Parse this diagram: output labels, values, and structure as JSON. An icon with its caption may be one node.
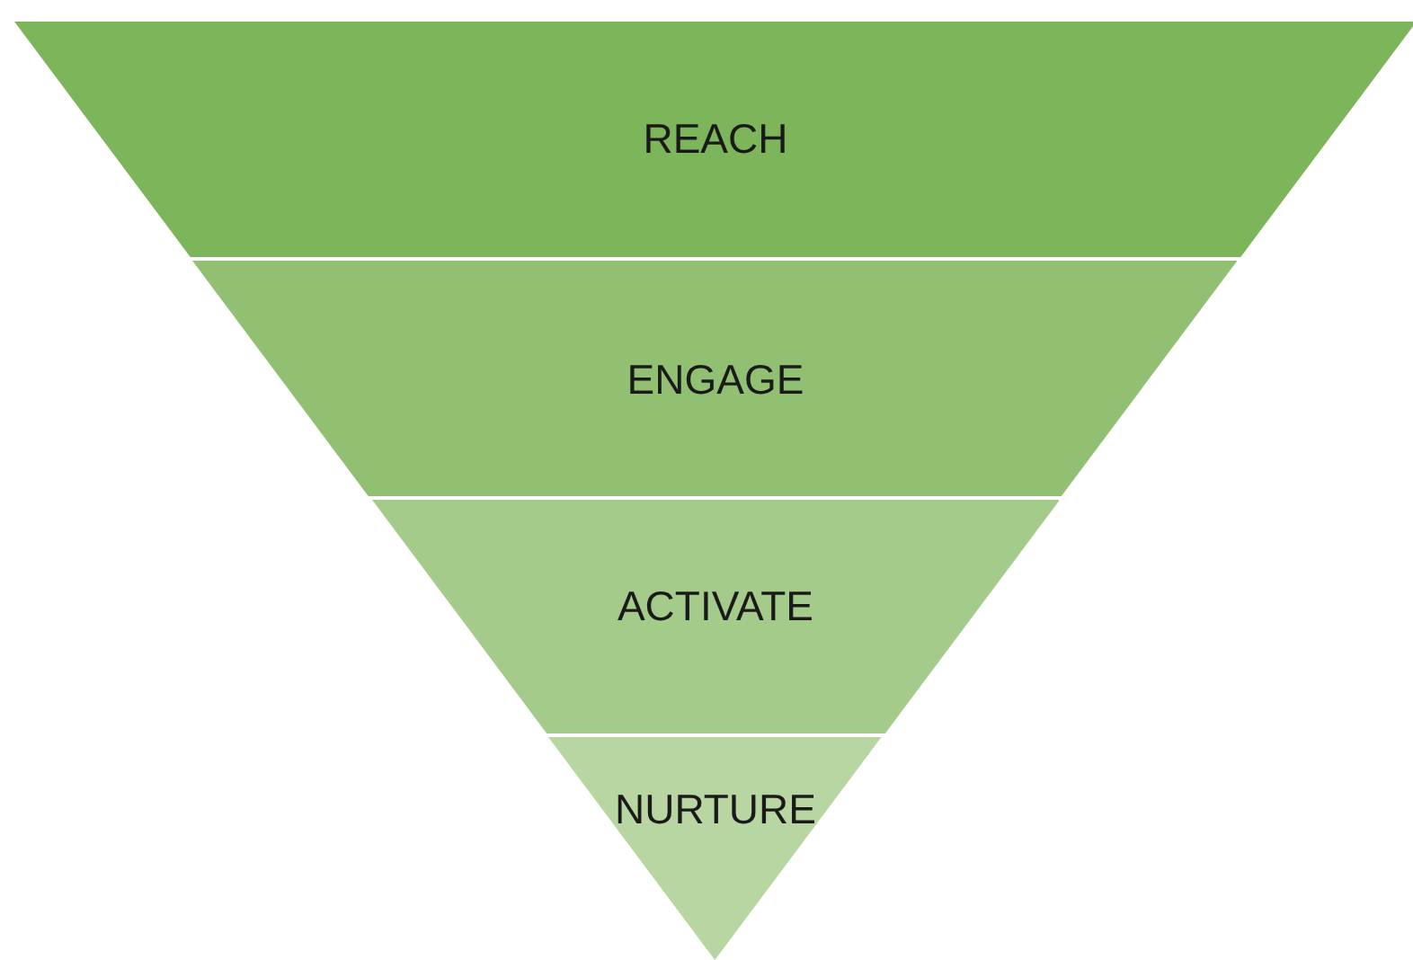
{
  "diagram": {
    "nodes": [
      {
        "text": [
          "REACH"
        ]
      },
      {
        "text": [
          "ENGAGE"
        ]
      },
      {
        "text": [
          "ACTIVATE"
        ]
      },
      {
        "text": [
          "NURTURE"
        ]
      }
    ]
  }
}
